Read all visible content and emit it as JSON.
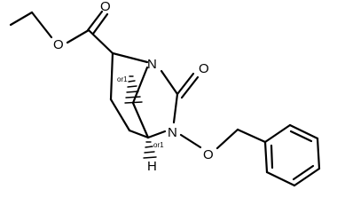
{
  "molecule": {
    "atoms": {
      "ester_oxygen": "O",
      "carbonyl_oxygen_ester": "O",
      "bridgehead_nitrogen": "N",
      "urea_oxygen": "O",
      "ring_nitrogen": "N",
      "oxy_oxygen": "O",
      "bridgehead_hydrogen": "H"
    },
    "stereo_labels": {
      "c2": "or1",
      "c5": "or1"
    }
  }
}
